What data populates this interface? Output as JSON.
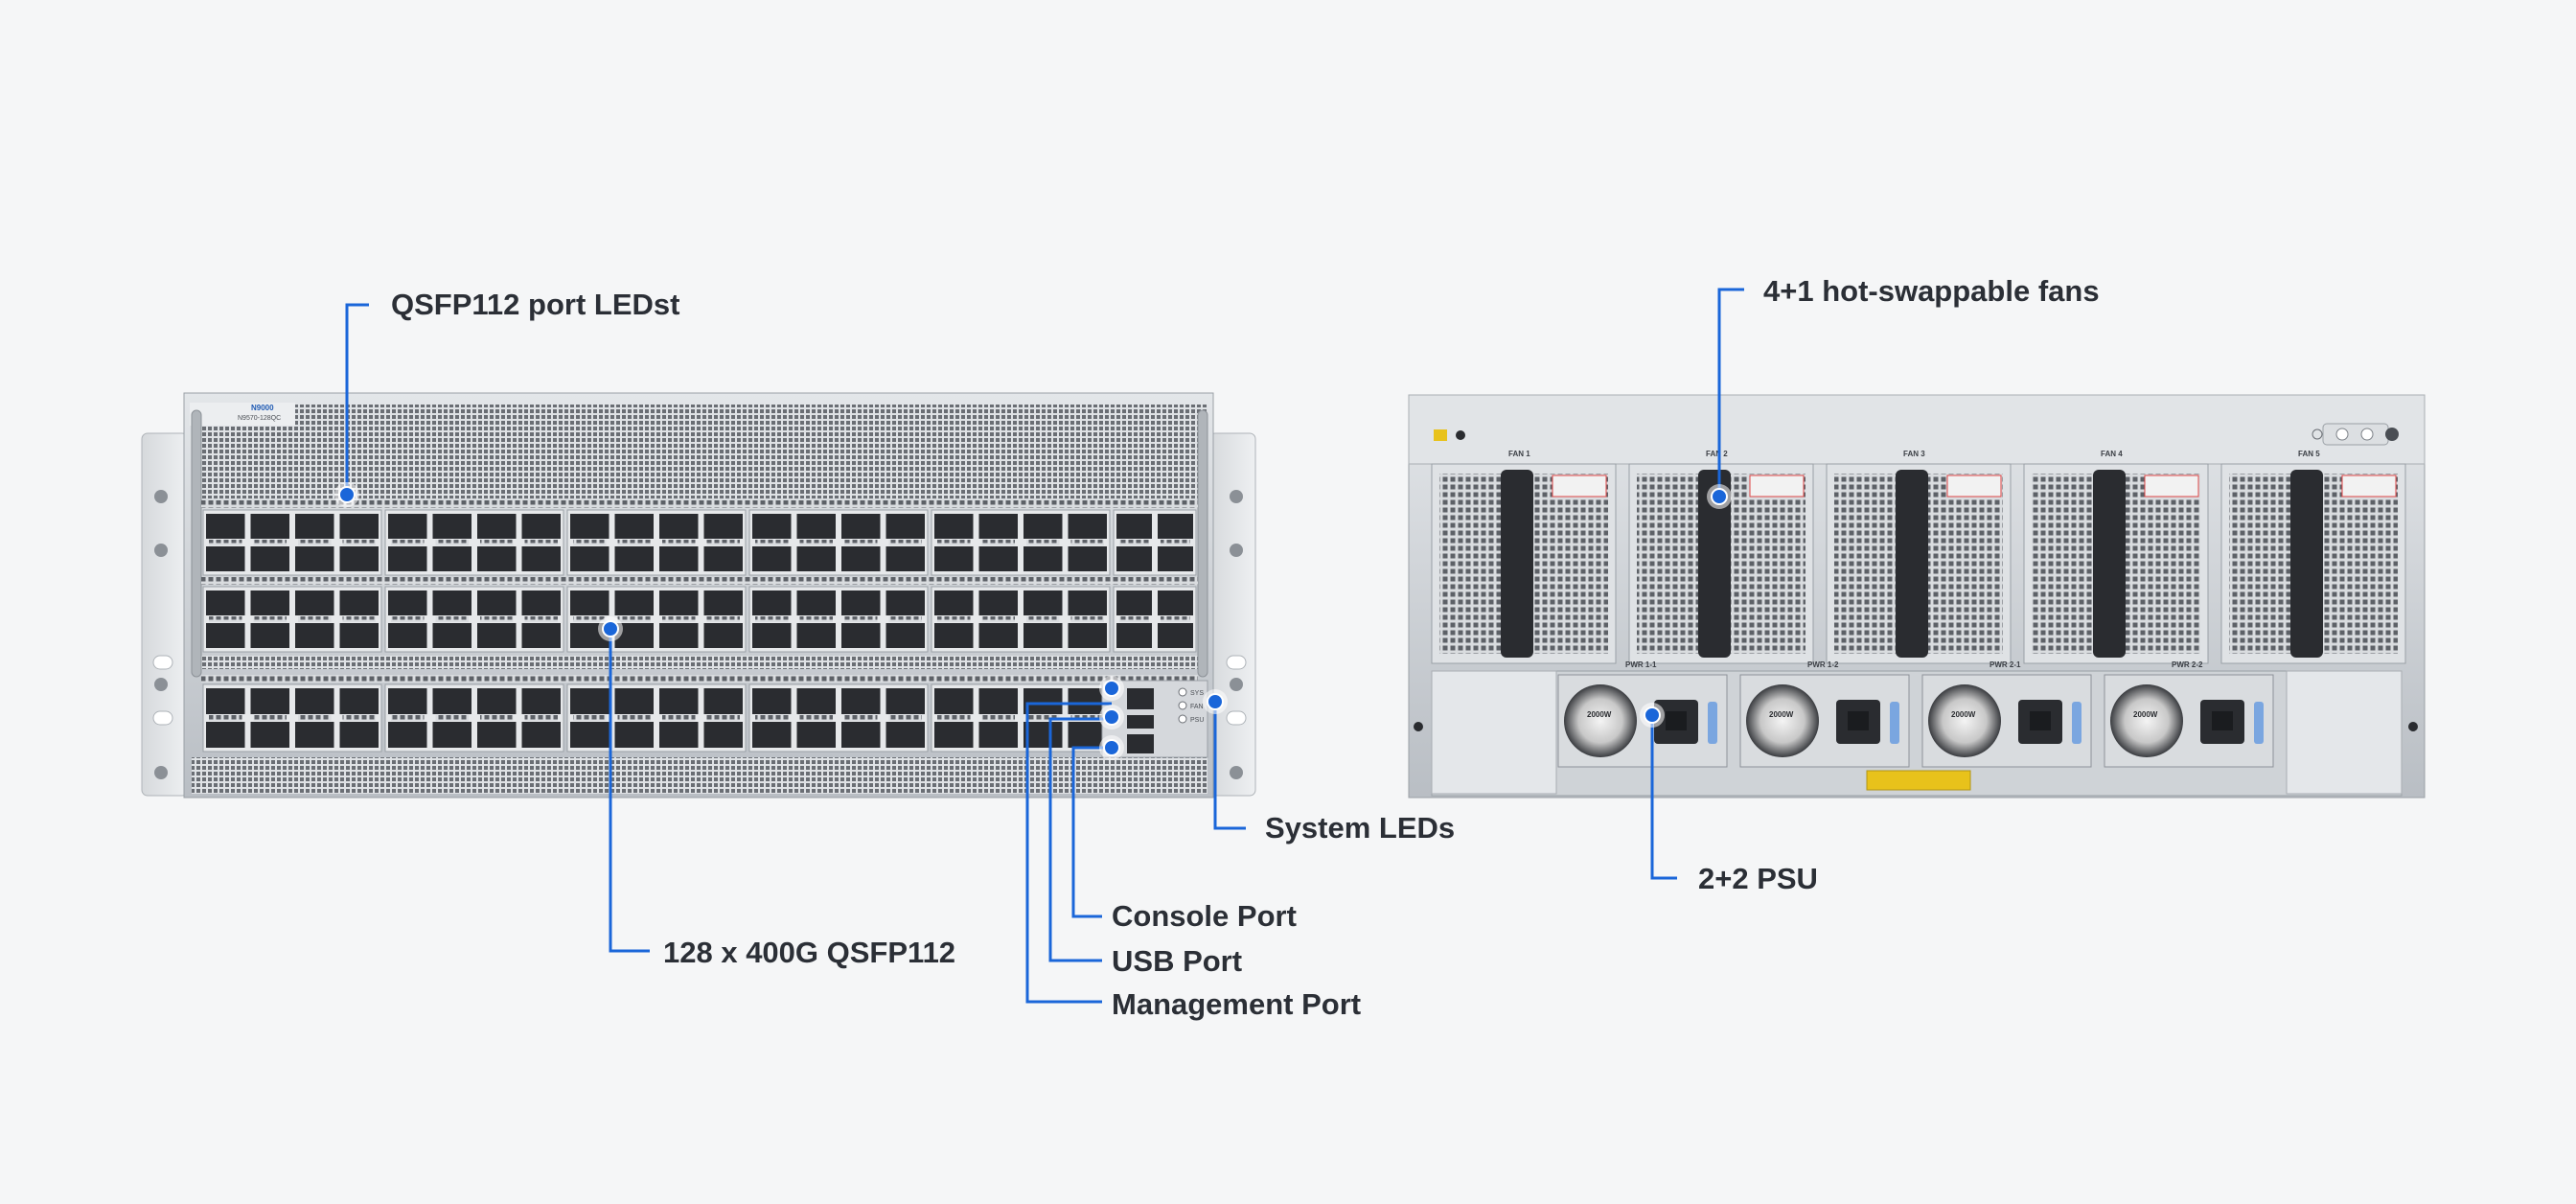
{
  "colors": {
    "background": "#f5f6f7",
    "callout_line": "#1a66d9",
    "label_text": "#2b2f36",
    "chassis": "#c9cdd2",
    "port_dark": "#2a2c30"
  },
  "front_panel": {
    "brand": "N9000",
    "model": "N9570-128QC",
    "led_labels": [
      "SYS",
      "FAN",
      "PSU"
    ]
  },
  "rear_panel": {
    "fan_labels": [
      "FAN 1",
      "FAN 2",
      "FAN 3",
      "FAN 4",
      "FAN 5"
    ],
    "psu_labels": [
      "PWR 1-1",
      "PWR 1-2",
      "PWR 2-1",
      "PWR 2-2"
    ],
    "psu_badge": "2000W"
  },
  "callouts": {
    "port_leds": "QSFP112 port LEDst",
    "qsfp_ports": "128 x 400G QSFP112",
    "system_leds": "System LEDs",
    "console_port": "Console Port",
    "usb_port": "USB Port",
    "management_port": "Management Port",
    "fans": "4+1 hot-swappable fans",
    "psu": "2+2 PSU"
  }
}
